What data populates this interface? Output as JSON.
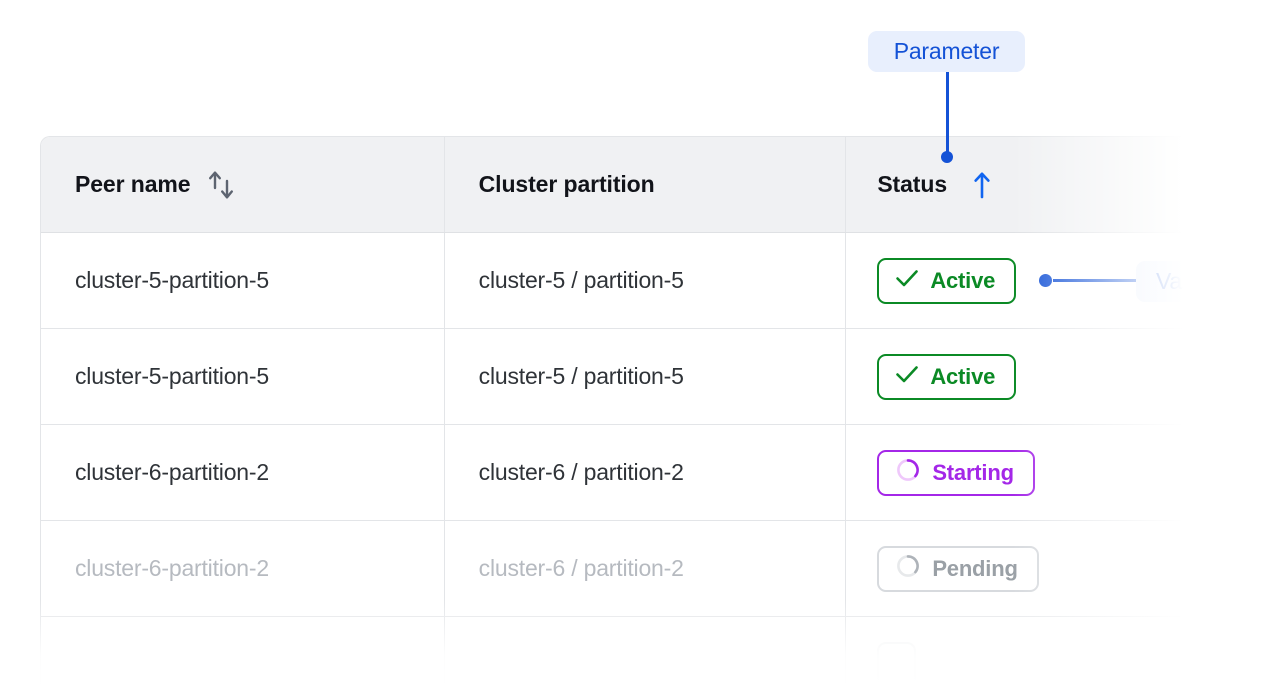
{
  "table": {
    "columns": [
      {
        "label": "Peer name",
        "sort_icon": "sort-updown-icon",
        "sort_state": "none"
      },
      {
        "label": "Cluster partition",
        "sort_icon": "",
        "sort_state": "none"
      },
      {
        "label": "Status",
        "sort_icon": "arrow-up-icon",
        "sort_state": "asc"
      }
    ],
    "rows": [
      {
        "peer_name": "cluster-5-partition-5",
        "cluster_partition": "cluster-5 / partition-5",
        "status": "Active",
        "status_kind": "active",
        "dimmed": false
      },
      {
        "peer_name": "cluster-5-partition-5",
        "cluster_partition": "cluster-5 / partition-5",
        "status": "Active",
        "status_kind": "active",
        "dimmed": false
      },
      {
        "peer_name": "cluster-6-partition-2",
        "cluster_partition": "cluster-6 / partition-2",
        "status": "Starting",
        "status_kind": "starting",
        "dimmed": false
      },
      {
        "peer_name": "cluster-6-partition-2",
        "cluster_partition": "cluster-6 / partition-2",
        "status": "Pending",
        "status_kind": "pending",
        "dimmed": true
      },
      {
        "peer_name": "",
        "cluster_partition": "",
        "status": "",
        "status_kind": "ghost",
        "dimmed": true
      }
    ]
  },
  "annotations": {
    "parameter_label": "Parameter",
    "value_label": "Value"
  },
  "colors": {
    "accent_blue": "#1452d6",
    "pill_background": "#e8effd",
    "active_green": "#0b8a25",
    "starting_purple": "#a427e8",
    "pending_gray": "#9aa0a6",
    "header_background": "#f0f1f3",
    "border": "#e3e5e8",
    "text_primary": "#12141a",
    "text_muted": "#b6bac0"
  }
}
